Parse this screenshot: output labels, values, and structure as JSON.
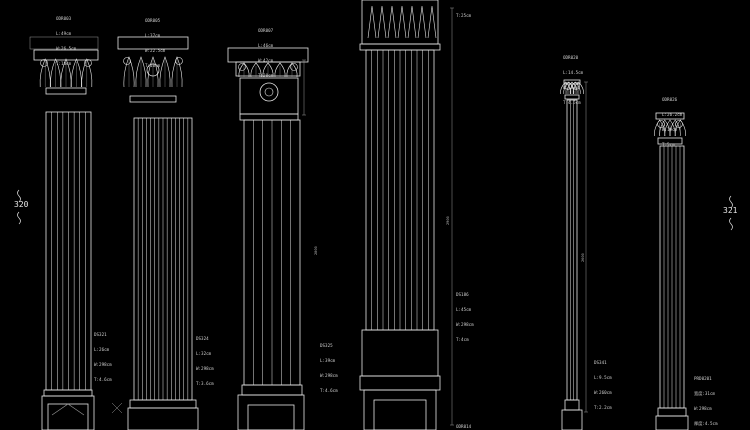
{
  "dimensions": {
    "left_height": "320",
    "right_height": "321"
  },
  "labels": {
    "c1_capital": [
      "ODR003",
      "L:49cm",
      "W:26.5cm",
      "T:10cm"
    ],
    "c1_shaft": [
      "DS321",
      "L:26cm",
      "W:298cm",
      "T:4.6cm"
    ],
    "c2_capital": [
      "ODR005",
      "L:37cm",
      "W:22.5cm",
      "T:10cm"
    ],
    "c2_shaft": [
      "DS324",
      "L:32cm",
      "W:298cm",
      "T:3.6cm"
    ],
    "c3_capital": [
      "ODR007",
      "L:46cm",
      "W:42cm",
      "T:20cm"
    ],
    "c3_shaft": [
      "DS325",
      "L:39cm",
      "W:298cm",
      "T:4.6cm"
    ],
    "c4_capital": [
      "T:25cm"
    ],
    "c4_shaft": [
      "DS186",
      "L:45cm",
      "W:298cm",
      "T:4cm"
    ],
    "c4_base": [
      "ODR014"
    ],
    "c5_capital": [
      "ODR020",
      "L:14.5cm",
      "W:13cm",
      "T:4.5cm"
    ],
    "c5_shaft": [
      "DS341",
      "L:9.5cm",
      "W:260cm",
      "T:2.2cm"
    ],
    "c6_capital": [
      "ODR026",
      "L:26.2cm",
      "W:19cm",
      "T:5cm"
    ],
    "c6_shaft": [
      "PRD0201",
      "宽度:31cm",
      "W:298cm",
      "厚度:4.5cm"
    ]
  },
  "vertical_dims": [
    "2900",
    "2800",
    "2600"
  ]
}
